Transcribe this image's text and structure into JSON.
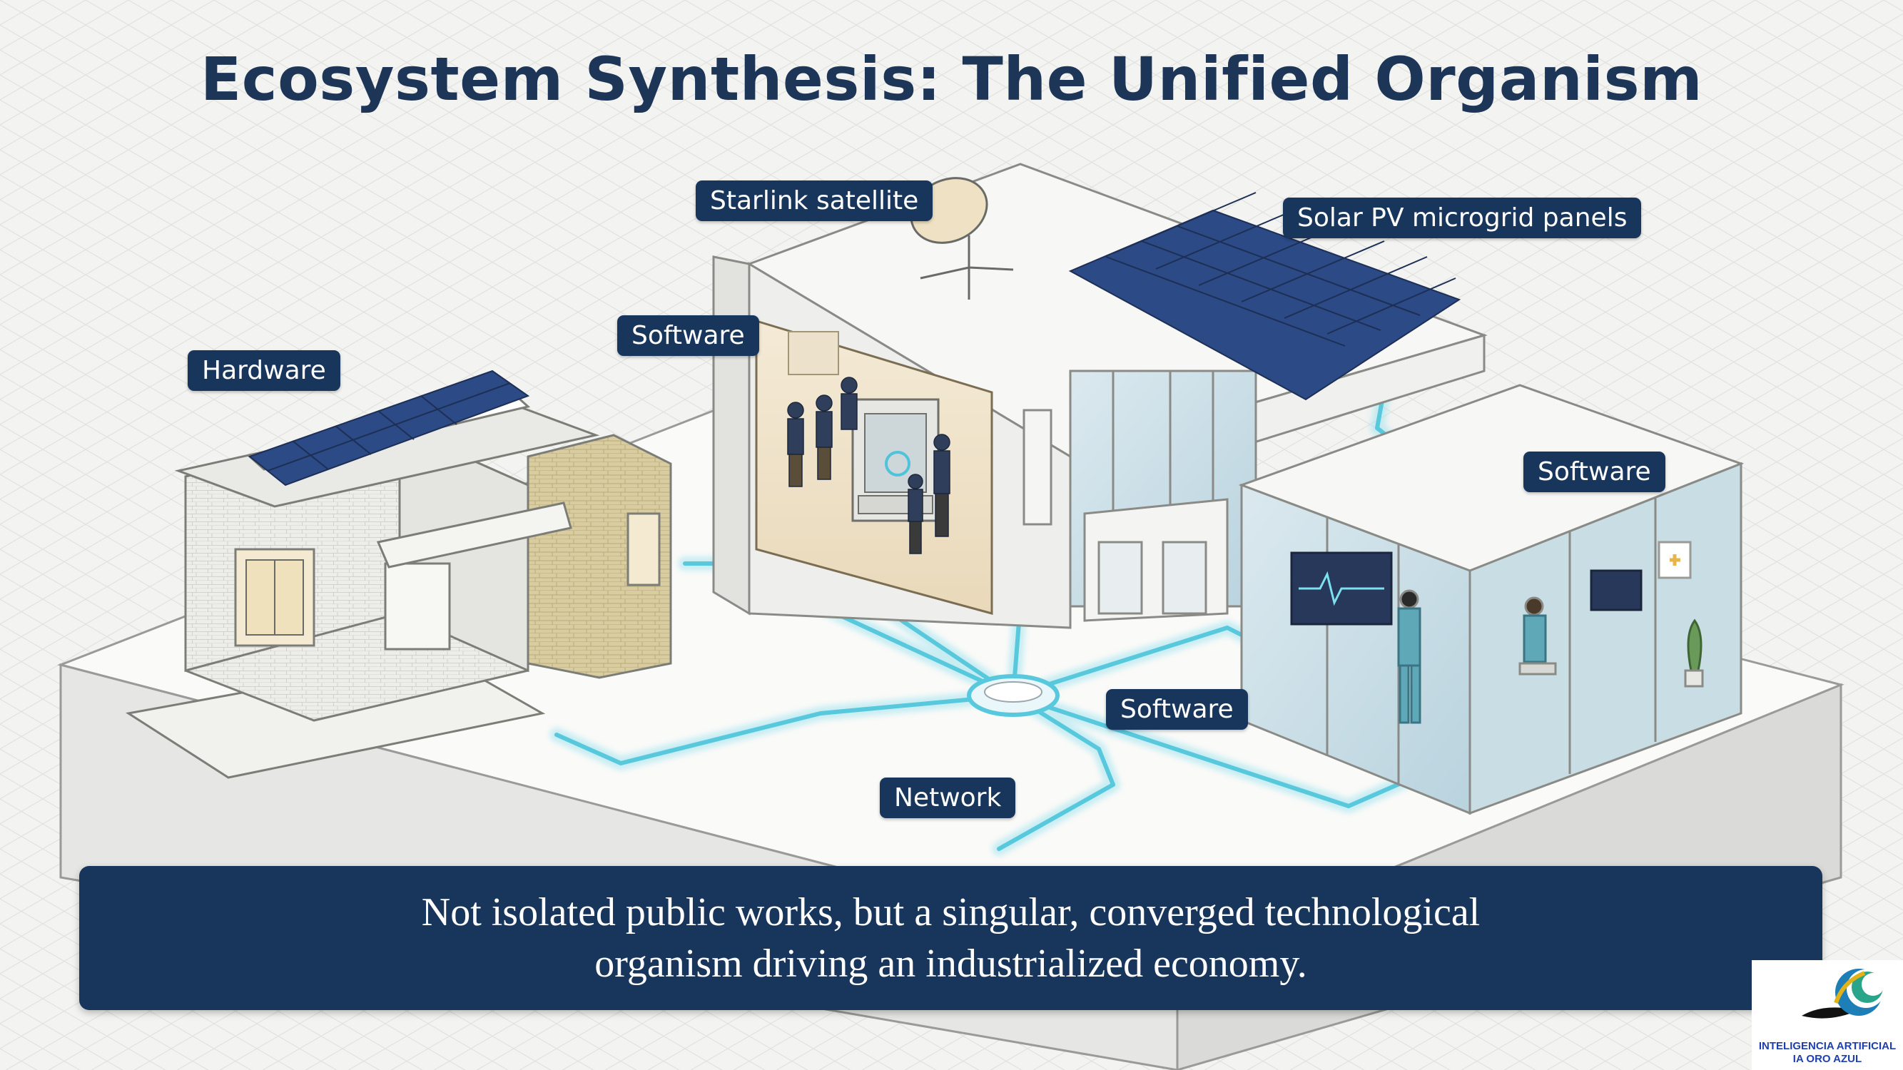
{
  "title": "Ecosystem Synthesis: The Unified Organism",
  "labels": {
    "starlink": "Starlink satellite",
    "solar": "Solar PV microgrid panels",
    "hardware": "Hardware",
    "software_school": "Software",
    "software_clinic": "Software",
    "software_hub": "Software",
    "network": "Network"
  },
  "banner": {
    "line1": "Not isolated public works, but a singular, converged technological",
    "line2": "organism driving an industrialized economy."
  },
  "logo": {
    "line1": "INTELIGENCIA ARTIFICIAL",
    "line2": "IA ORO AZUL"
  },
  "colors": {
    "navy": "#18355c",
    "network_glow": "#4fc3d9",
    "solar_panel": "#2b4a86",
    "brick": "#d8cfa2"
  }
}
